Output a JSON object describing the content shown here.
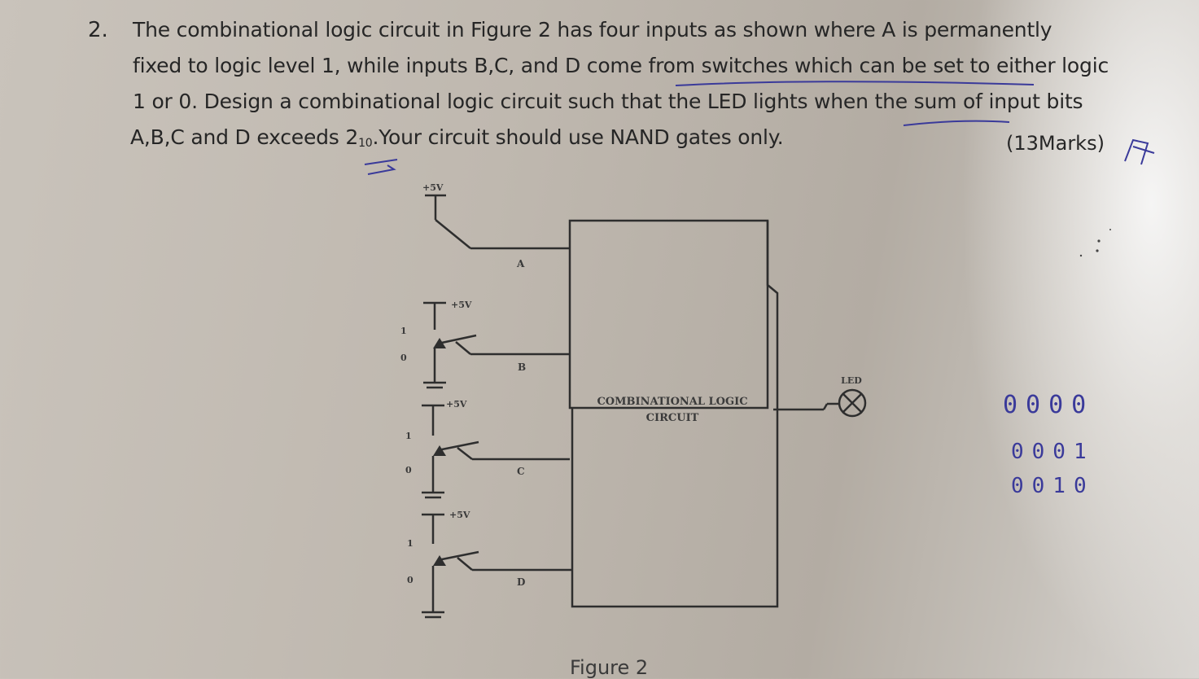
{
  "question": {
    "number": "2.",
    "lines": [
      "The combinational logic circuit in Figure 2 has four inputs as shown where A is permanently",
      "fixed to logic level 1, while inputs B,C, and D come from switches which can be set to either logic",
      "1 or 0. Design a combinational logic circuit such that the LED lights when the sum of input bits"
    ],
    "last_line_before": "A,B,C and D exceeds 2",
    "last_line_sub": "10",
    "last_line_after": ".Your circuit should use NAND gates only.",
    "marks": "(13Marks)"
  },
  "figure": {
    "supply_label": "+5V",
    "inputs": [
      "A",
      "B",
      "C",
      "D"
    ],
    "switch_states": [
      "1",
      "0"
    ],
    "box_label_line1": "COMBINATIONAL LOGIC",
    "box_label_line2": "CIRCUIT",
    "output_label": "LED",
    "caption": "Figure 2"
  },
  "handwritten_notes": [
    "0000",
    "0001",
    "0010"
  ],
  "colors": {
    "ink": "#262626",
    "pen": "#3a3a9a",
    "paper": "#c4beb6"
  }
}
